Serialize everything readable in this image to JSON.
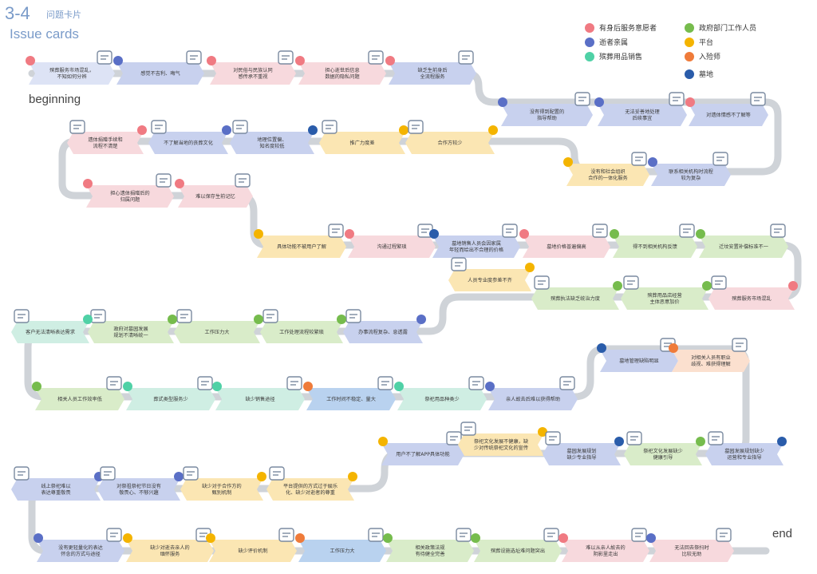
{
  "header": {
    "number": "3-4",
    "title_cn": "问题卡片",
    "title_en": "Issue cards"
  },
  "labels": {
    "beginning": "beginning",
    "end": "end"
  },
  "legend": [
    {
      "label": "有身后服务意愿者",
      "color": "#f07a82"
    },
    {
      "label": "逝者亲属",
      "color": "#5a6fc6"
    },
    {
      "label": "殡葬用品销售",
      "color": "#4fd1a6"
    },
    {
      "label": "政府部门工作人员",
      "color": "#76bc4d"
    },
    {
      "label": "平台",
      "color": "#f4b400"
    },
    {
      "label": "入殓师",
      "color": "#ef7b3a"
    },
    {
      "label": "墓地",
      "color": "#2a5caa"
    }
  ],
  "cards": [
    {
      "text": [
        "殡葬服务市场混乱，",
        "不知如何分辨"
      ],
      "dot": "#f07a82",
      "fill": "#dde3f5",
      "icon": "shop-icon"
    },
    {
      "text": [
        "感觉不吉利、晦气"
      ],
      "dot": "#5a6fc6",
      "fill": "#c8d1ee",
      "icon": "sad-face-icon"
    },
    {
      "text": [
        "对民俗与民族认同",
        "感传承不重视"
      ],
      "dot": "#f07a82",
      "fill": "#f7d9dd",
      "icon": "church-icon"
    },
    {
      "text": [
        "担心逝世后信息",
        "数据的隐私问题"
      ],
      "dot": "#f07a82",
      "fill": "#f7d9dd",
      "icon": "document-icon"
    },
    {
      "text": [
        "缺乏生前身后",
        "全流程服务"
      ],
      "dot": "#f07a82",
      "fill": "#c8d1ee",
      "icon": "flow-icon"
    },
    {
      "text": [
        "没有得到配置的",
        "指导帮助"
      ],
      "dot": "#5a6fc6",
      "fill": "#c8d1ee",
      "icon": "signpost-icon"
    },
    {
      "text": [
        "无法妥善地处理",
        "后续事宜"
      ],
      "dot": "#5a6fc6",
      "fill": "#c8d1ee",
      "icon": "frown-icon"
    },
    {
      "text": [
        "对遗体情感不了解等"
      ],
      "dot": "#f07a82",
      "fill": "#c8d1ee",
      "icon": "heart-icon"
    },
    {
      "text": [
        "遗体捐赠手续和",
        "流程不清楚"
      ],
      "dot": "#f07a82",
      "fill": "#f7d9dd",
      "icon": "list-icon"
    },
    {
      "text": [
        "不了解当地的丧葬文化"
      ],
      "dot": "#5a6fc6",
      "fill": "#c8d1ee",
      "icon": "book-icon"
    },
    {
      "text": [
        "地理位置偏、",
        "知名度较低"
      ],
      "dot": "#2a5caa",
      "fill": "#c8d1ee",
      "icon": "map-pin-icon"
    },
    {
      "text": [
        "推广力度差"
      ],
      "dot": "#f4b400",
      "fill": "#fbe6b3",
      "icon": "megaphone-icon"
    },
    {
      "text": [
        "合作方较少"
      ],
      "dot": "#f4b400",
      "fill": "#fbe6b3",
      "icon": "person-icon"
    },
    {
      "text": [
        "没有和社会组织",
        "合作的一体化服务"
      ],
      "dot": "#f4b400",
      "fill": "#fbe6b3",
      "icon": "home-heart-icon"
    },
    {
      "text": [
        "联系相关机构时流程",
        "较为复杂"
      ],
      "dot": "#5a6fc6",
      "fill": "#c8d1ee",
      "icon": "org-icon"
    },
    {
      "text": [
        "担心遗体捐赠后的",
        "归属问题"
      ],
      "dot": "#f07a82",
      "fill": "#f7d9dd",
      "icon": "heart-hand-icon"
    },
    {
      "text": [
        "难以保存生前记忆"
      ],
      "dot": "#f07a82",
      "fill": "#f7d9dd",
      "icon": "save-icon"
    },
    {
      "text": [
        "具体功能不被用户了解"
      ],
      "dot": "#f4b400",
      "fill": "#fbe6b3",
      "icon": "question-icon"
    },
    {
      "text": [
        "沟通过程繁琐"
      ],
      "dot": "#f07a82",
      "fill": "#f7d9dd",
      "icon": "process-icon"
    },
    {
      "text": [
        "墓地销售人员会因家属",
        "年轻而给出不合理的价格"
      ],
      "dot": "#2a5caa",
      "fill": "#c8d1ee",
      "icon": "money-bag-icon"
    },
    {
      "text": [
        "墓地价格普遍偏高"
      ],
      "dot": "#f07a82",
      "fill": "#f7d9dd",
      "icon": "yen-icon"
    },
    {
      "text": [
        "得不到相关机构反馈"
      ],
      "dot": "#76bc4d",
      "fill": "#d9ecc9",
      "icon": "chat-person-icon"
    },
    {
      "text": [
        "迁坟安置补偿标准不一"
      ],
      "dot": "#76bc4d",
      "fill": "#d9ecc9",
      "icon": "tomb-icon"
    },
    {
      "text": [
        "殡葬服务市场混乱"
      ],
      "dot": "#f07a82",
      "fill": "#f7d9dd",
      "icon": "shop2-icon"
    },
    {
      "text": [
        "殡葬用品店经营",
        "主体恶意加价"
      ],
      "dot": "#76bc4d",
      "fill": "#d9ecc9",
      "icon": "chart-up-icon"
    },
    {
      "text": [
        "殡葬执法缺乏统治力度"
      ],
      "dot": "#76bc4d",
      "fill": "#d9ecc9",
      "icon": "court-icon"
    },
    {
      "text": [
        "人员专业度参差不齐"
      ],
      "dot": "#f4b400",
      "fill": "#fbe6b3",
      "icon": "user-list-icon"
    },
    {
      "text": [
        "办事流程复杂、息透露"
      ],
      "dot": "#5a6fc6",
      "fill": "#c8d1ee",
      "icon": "steps-icon"
    },
    {
      "text": [
        "工作处理流程较繁琐"
      ],
      "dot": "#76bc4d",
      "fill": "#d9ecc9",
      "icon": "hierarchy-icon"
    },
    {
      "text": [
        "工作压力大"
      ],
      "dot": "#76bc4d",
      "fill": "#d9ecc9",
      "icon": "smile-icon"
    },
    {
      "text": [
        "政府对墓园发展",
        "规划不清晰统一"
      ],
      "dot": "#76bc4d",
      "fill": "#d9ecc9",
      "icon": "bank-icon"
    },
    {
      "text": [
        "客户无法清晰表达需求"
      ],
      "dot": "#4fd1a6",
      "fill": "#cfeee3",
      "icon": "message-icon"
    },
    {
      "text": [
        "相关人员工作效率低"
      ],
      "dot": "#76bc4d",
      "fill": "#d9ecc9",
      "icon": "rocket-icon"
    },
    {
      "text": [
        "葬式类型服务少"
      ],
      "dot": "#4fd1a6",
      "fill": "#cfeee3",
      "icon": "shapes-icon"
    },
    {
      "text": [
        "缺少销售途径"
      ],
      "dot": "#4fd1a6",
      "fill": "#cfeee3",
      "icon": "team-icon"
    },
    {
      "text": [
        "工作时间不稳定、量大"
      ],
      "dot": "#ef7b3a",
      "fill": "#b9d2ef",
      "icon": "clock-icon"
    },
    {
      "text": [
        "祭祀用品种类少"
      ],
      "dot": "#4fd1a6",
      "fill": "#cfeee3",
      "icon": "incense-icon"
    },
    {
      "text": [
        "亲人故去后难以获得帮助"
      ],
      "dot": "#5a6fc6",
      "fill": "#c8d1ee",
      "icon": "elder-icon"
    },
    {
      "text": [
        "墓地管理缺陷明显"
      ],
      "dot": "#2a5caa",
      "fill": "#c8d1ee",
      "icon": "tools-icon"
    },
    {
      "text": [
        "对相关人员有职业",
        "歧视、难获得理解"
      ],
      "dot": "#ef7b3a",
      "fill": "#fbe0cf",
      "icon": "heart2-icon"
    },
    {
      "text": [
        "用户不了解APP具体功能"
      ],
      "dot": "#f4b400",
      "fill": "#c8d1ee",
      "icon": "apps-icon"
    },
    {
      "text": [
        "祭祀文化发展不健康，缺",
        "少对传统祭祀文化的宣传"
      ],
      "dot": "#f4b400",
      "fill": "#fbe6b3",
      "icon": "lantern-icon"
    },
    {
      "text": [
        "墓园发展规划",
        "缺少专业指导"
      ],
      "dot": "#2a5caa",
      "fill": "#c8d1ee",
      "icon": "compass-icon"
    },
    {
      "text": [
        "祭祀文化发展缺少",
        "健康引导"
      ],
      "dot": "#76bc4d",
      "fill": "#d9ecc9",
      "icon": "direction-icon"
    },
    {
      "text": [
        "墓园发展规划缺少",
        "运营和专业指导"
      ],
      "dot": "#2a5caa",
      "fill": "#c8d1ee",
      "icon": "palette-icon"
    },
    {
      "text": [
        "线上祭祀难以",
        "表达尊重敬畏"
      ],
      "dot": "#5a6fc6",
      "fill": "#c8d1ee",
      "icon": "candle-icon"
    },
    {
      "text": [
        "对祭祖祭祀节日没有",
        "敬畏心、不够兴趣"
      ],
      "dot": "#5a6fc6",
      "fill": "#c8d1ee",
      "icon": "broken-heart-icon"
    },
    {
      "text": [
        "缺少对于合作方的",
        "甄别机制"
      ],
      "dot": "#f4b400",
      "fill": "#fbe6b3",
      "icon": "user-check-icon"
    },
    {
      "text": [
        "平台提供的方式过于娱乐",
        "化、缺少对逝者的尊重"
      ],
      "dot": "#f4b400",
      "fill": "#fbe6b3",
      "icon": "gamepad-icon"
    },
    {
      "text": [
        "没有更轻量化的表达",
        "怀念的方式与途径"
      ],
      "dot": "#5a6fc6",
      "fill": "#c8d1ee",
      "icon": "cloud-icon"
    },
    {
      "text": [
        "缺少对逝去亲人的",
        "缅怀服务"
      ],
      "dot": "#f4b400",
      "fill": "#fbe6b3",
      "icon": "paper-plane-icon"
    },
    {
      "text": [
        "缺少评价机制"
      ],
      "dot": "#f4b400",
      "fill": "#fbe6b3",
      "icon": "edit-doc-icon"
    },
    {
      "text": [
        "工作压力大"
      ],
      "dot": "#ef7b3a",
      "fill": "#b9d2ef",
      "icon": "dizzy-face-icon"
    },
    {
      "text": [
        "相关政策法规",
        "有待健全完善"
      ],
      "dot": "#76bc4d",
      "fill": "#d9ecc9",
      "icon": "certificate-icon"
    },
    {
      "text": [
        "殡葬设施选址难问题突出"
      ],
      "dot": "#76bc4d",
      "fill": "#d9ecc9",
      "icon": "location-icon"
    },
    {
      "text": [
        "难以从亲人故去的",
        "阴影里走出"
      ],
      "dot": "#f07a82",
      "fill": "#f7d9dd",
      "icon": "smile-heart-icon"
    },
    {
      "text": [
        "无法回去祭扫时",
        "比较无助"
      ],
      "dot": "#5a6fc6",
      "fill": "#f7d9dd",
      "icon": "heart3-icon"
    }
  ]
}
